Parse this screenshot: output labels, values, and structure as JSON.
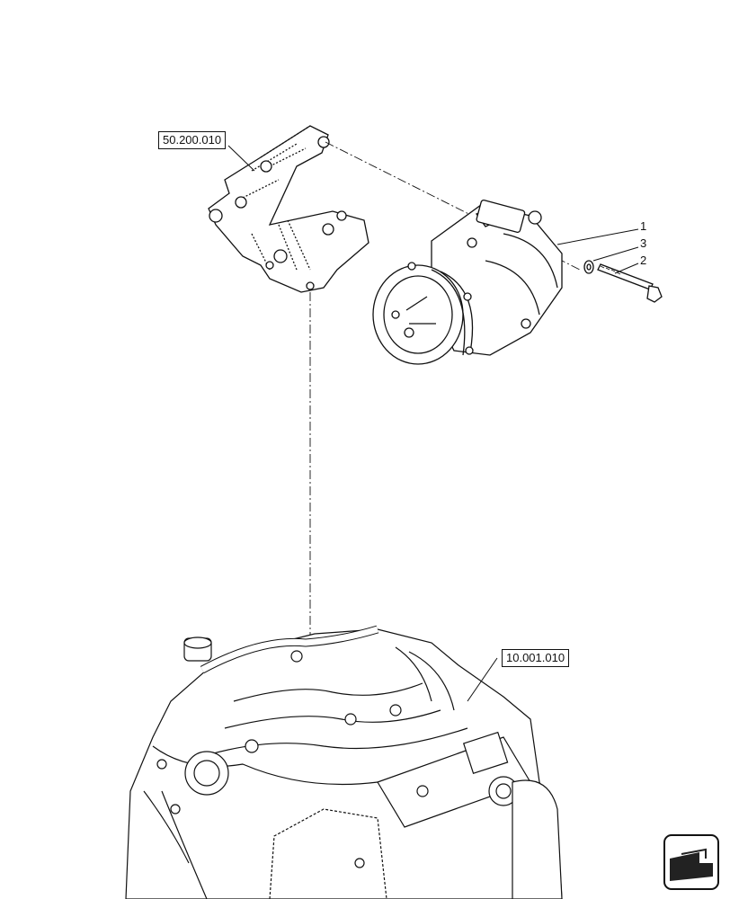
{
  "diagram": {
    "references": {
      "bracket_ref": "50.200.010",
      "engine_ref": "10.001.010"
    },
    "callouts": [
      {
        "id": "1",
        "label": "1"
      },
      {
        "id": "2",
        "label": "2"
      },
      {
        "id": "3",
        "label": "3"
      }
    ],
    "colors": {
      "line": "#111111",
      "background": "#ffffff",
      "nav_fill": "#222222"
    },
    "icons": {
      "navigation": "next-page-arrow-icon"
    }
  }
}
